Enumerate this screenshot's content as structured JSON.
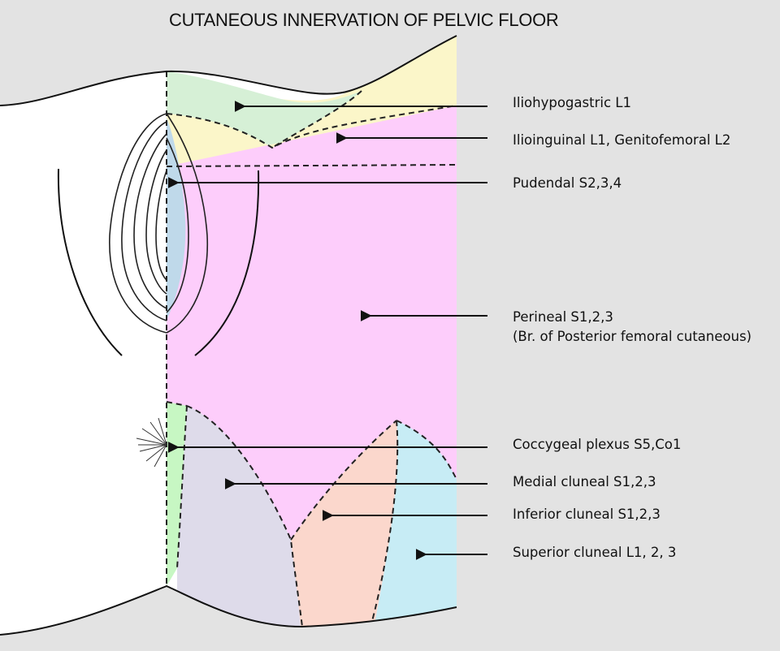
{
  "title": "CUTANEOUS INNERVATION OF PELVIC FLOOR",
  "colors": {
    "background": "#e3e3e3",
    "iliohypogastric": "#d6f0d6",
    "ilioinguinal_genitofemoral": "#fbf6c9",
    "pudendal": "#bfd9ea",
    "perineal": "#fdcdfb",
    "coccygeal_plexus": "#c7f7c3",
    "medial_cluneal": "#dedbea",
    "inferior_cluneal": "#fbd7cc",
    "superior_cluneal": "#c7ecf5"
  },
  "labels": [
    {
      "id": "iliohypogastric",
      "text": "Iliohypogastric  L1"
    },
    {
      "id": "ilioinguinal",
      "text": "Ilioinguinal  L1, Genitofemoral  L2"
    },
    {
      "id": "pudendal",
      "text": "Pudendal  S2,3,4"
    },
    {
      "id": "perineal",
      "text": "Perineal S1,2,3",
      "subtext": "(Br. of Posterior femoral cutaneous)"
    },
    {
      "id": "coccygeal",
      "text": "Coccygeal plexus  S5,Co1"
    },
    {
      "id": "medial-cluneal",
      "text": "Medial cluneal  S1,2,3"
    },
    {
      "id": "inferior-cluneal",
      "text": "Inferior cluneal  S1,2,3"
    },
    {
      "id": "superior-cluneal",
      "text": "Superior cluneal  L1, 2, 3"
    }
  ]
}
